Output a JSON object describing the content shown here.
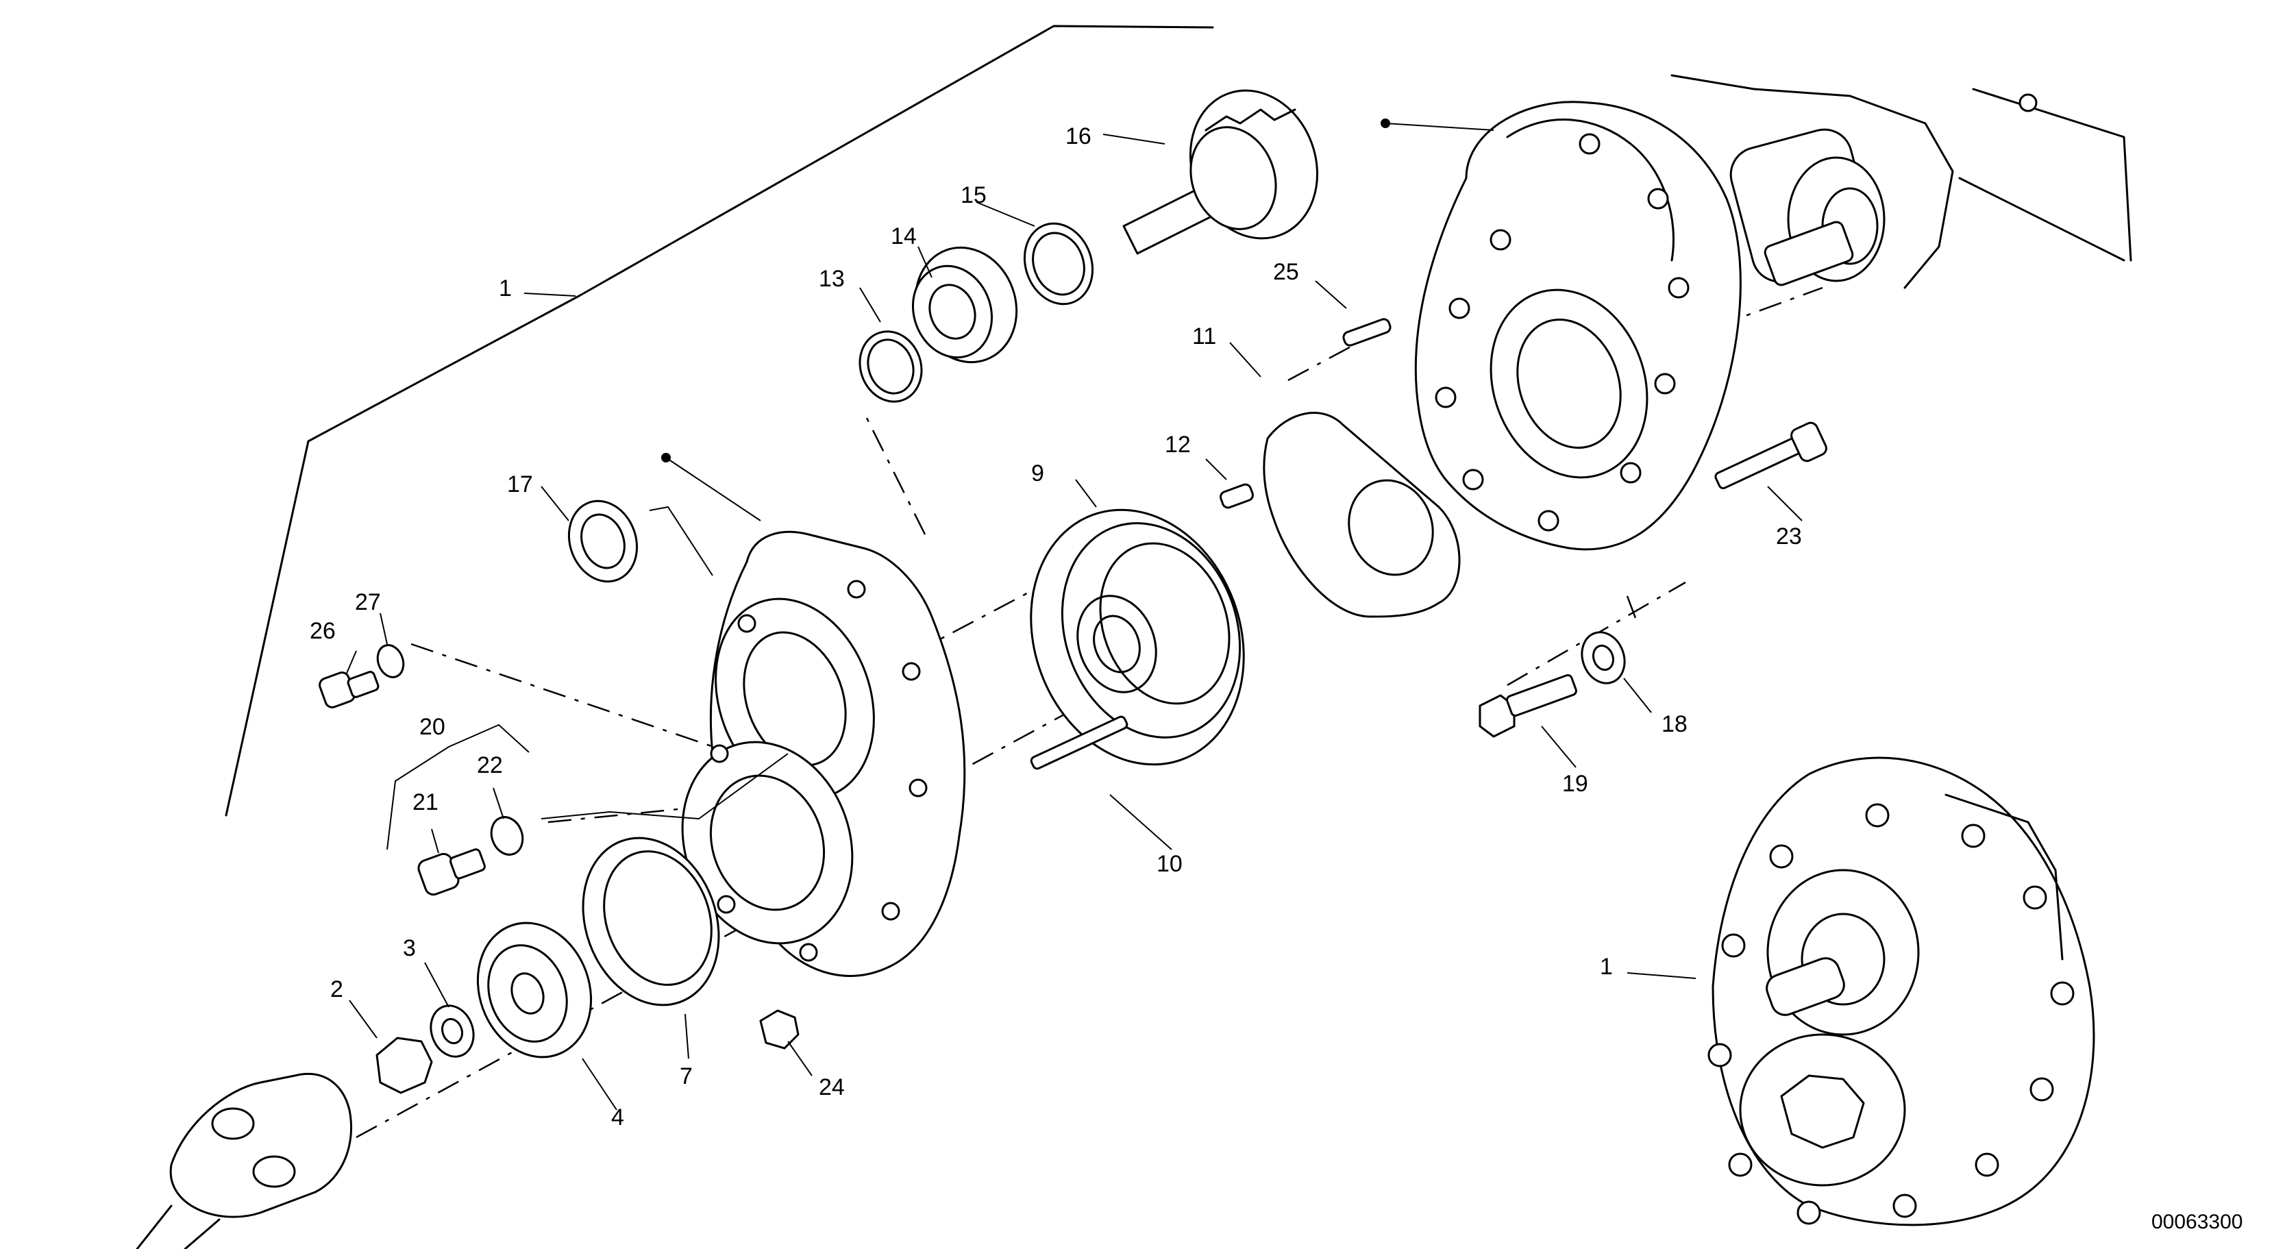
{
  "callouts": [
    {
      "id": "c1a",
      "label": "1"
    },
    {
      "id": "c1b",
      "label": "1"
    },
    {
      "id": "c2",
      "label": "2"
    },
    {
      "id": "c3",
      "label": "3"
    },
    {
      "id": "c4",
      "label": "4"
    },
    {
      "id": "c7",
      "label": "7"
    },
    {
      "id": "c9",
      "label": "9"
    },
    {
      "id": "c10",
      "label": "10"
    },
    {
      "id": "c11",
      "label": "11"
    },
    {
      "id": "c12",
      "label": "12"
    },
    {
      "id": "c13",
      "label": "13"
    },
    {
      "id": "c14",
      "label": "14"
    },
    {
      "id": "c15",
      "label": "15"
    },
    {
      "id": "c16",
      "label": "16"
    },
    {
      "id": "c17",
      "label": "17"
    },
    {
      "id": "c18",
      "label": "18"
    },
    {
      "id": "c19",
      "label": "19"
    },
    {
      "id": "c20",
      "label": "20"
    },
    {
      "id": "c21",
      "label": "21"
    },
    {
      "id": "c22",
      "label": "22"
    },
    {
      "id": "c23",
      "label": "23"
    },
    {
      "id": "c24",
      "label": "24"
    },
    {
      "id": "c25",
      "label": "25"
    },
    {
      "id": "c26",
      "label": "26"
    },
    {
      "id": "c27",
      "label": "27"
    }
  ],
  "drawing_number": "00063300"
}
